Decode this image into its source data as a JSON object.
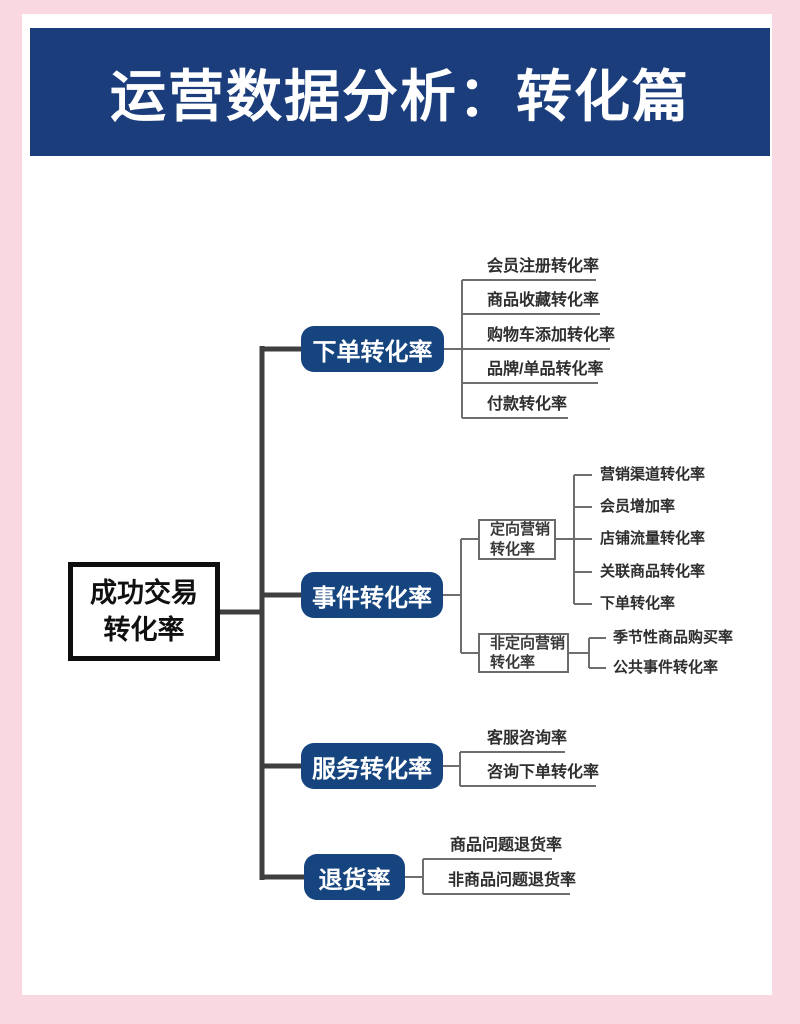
{
  "header": {
    "title": "运营数据分析：转化篇"
  },
  "root": {
    "line1": "成功交易",
    "line2": "转化率"
  },
  "branches": [
    {
      "label": "下单转化率",
      "children": [
        "会员注册转化率",
        "商品收藏转化率",
        "购物车添加转化率",
        "品牌/单品转化率",
        "付款转化率"
      ]
    },
    {
      "label": "事件转化率",
      "subgroups": [
        {
          "line1": "定向营销",
          "line2": "转化率",
          "children": [
            "营销渠道转化率",
            "会员增加率",
            "店铺流量转化率",
            "关联商品转化率",
            "下单转化率"
          ]
        },
        {
          "line1": "非定向营销",
          "line2": "转化率",
          "children": [
            "季节性商品购买率",
            "公共事件转化率"
          ]
        }
      ]
    },
    {
      "label": "服务转化率",
      "children": [
        "客服咨询率",
        "咨询下单转化率"
      ]
    },
    {
      "label": "退货率",
      "children": [
        "商品问题退货率",
        "非商品问题退货率"
      ]
    }
  ],
  "colors": {
    "background_pink": "#f9d8e1",
    "panel_white": "#ffffff",
    "header_blue": "#1b3d7c",
    "node_blue": "#15447f",
    "spine_dark": "#3f3f3f",
    "connector_gray": "#6e6e6e",
    "leaf_text": "#2e2e2e"
  }
}
